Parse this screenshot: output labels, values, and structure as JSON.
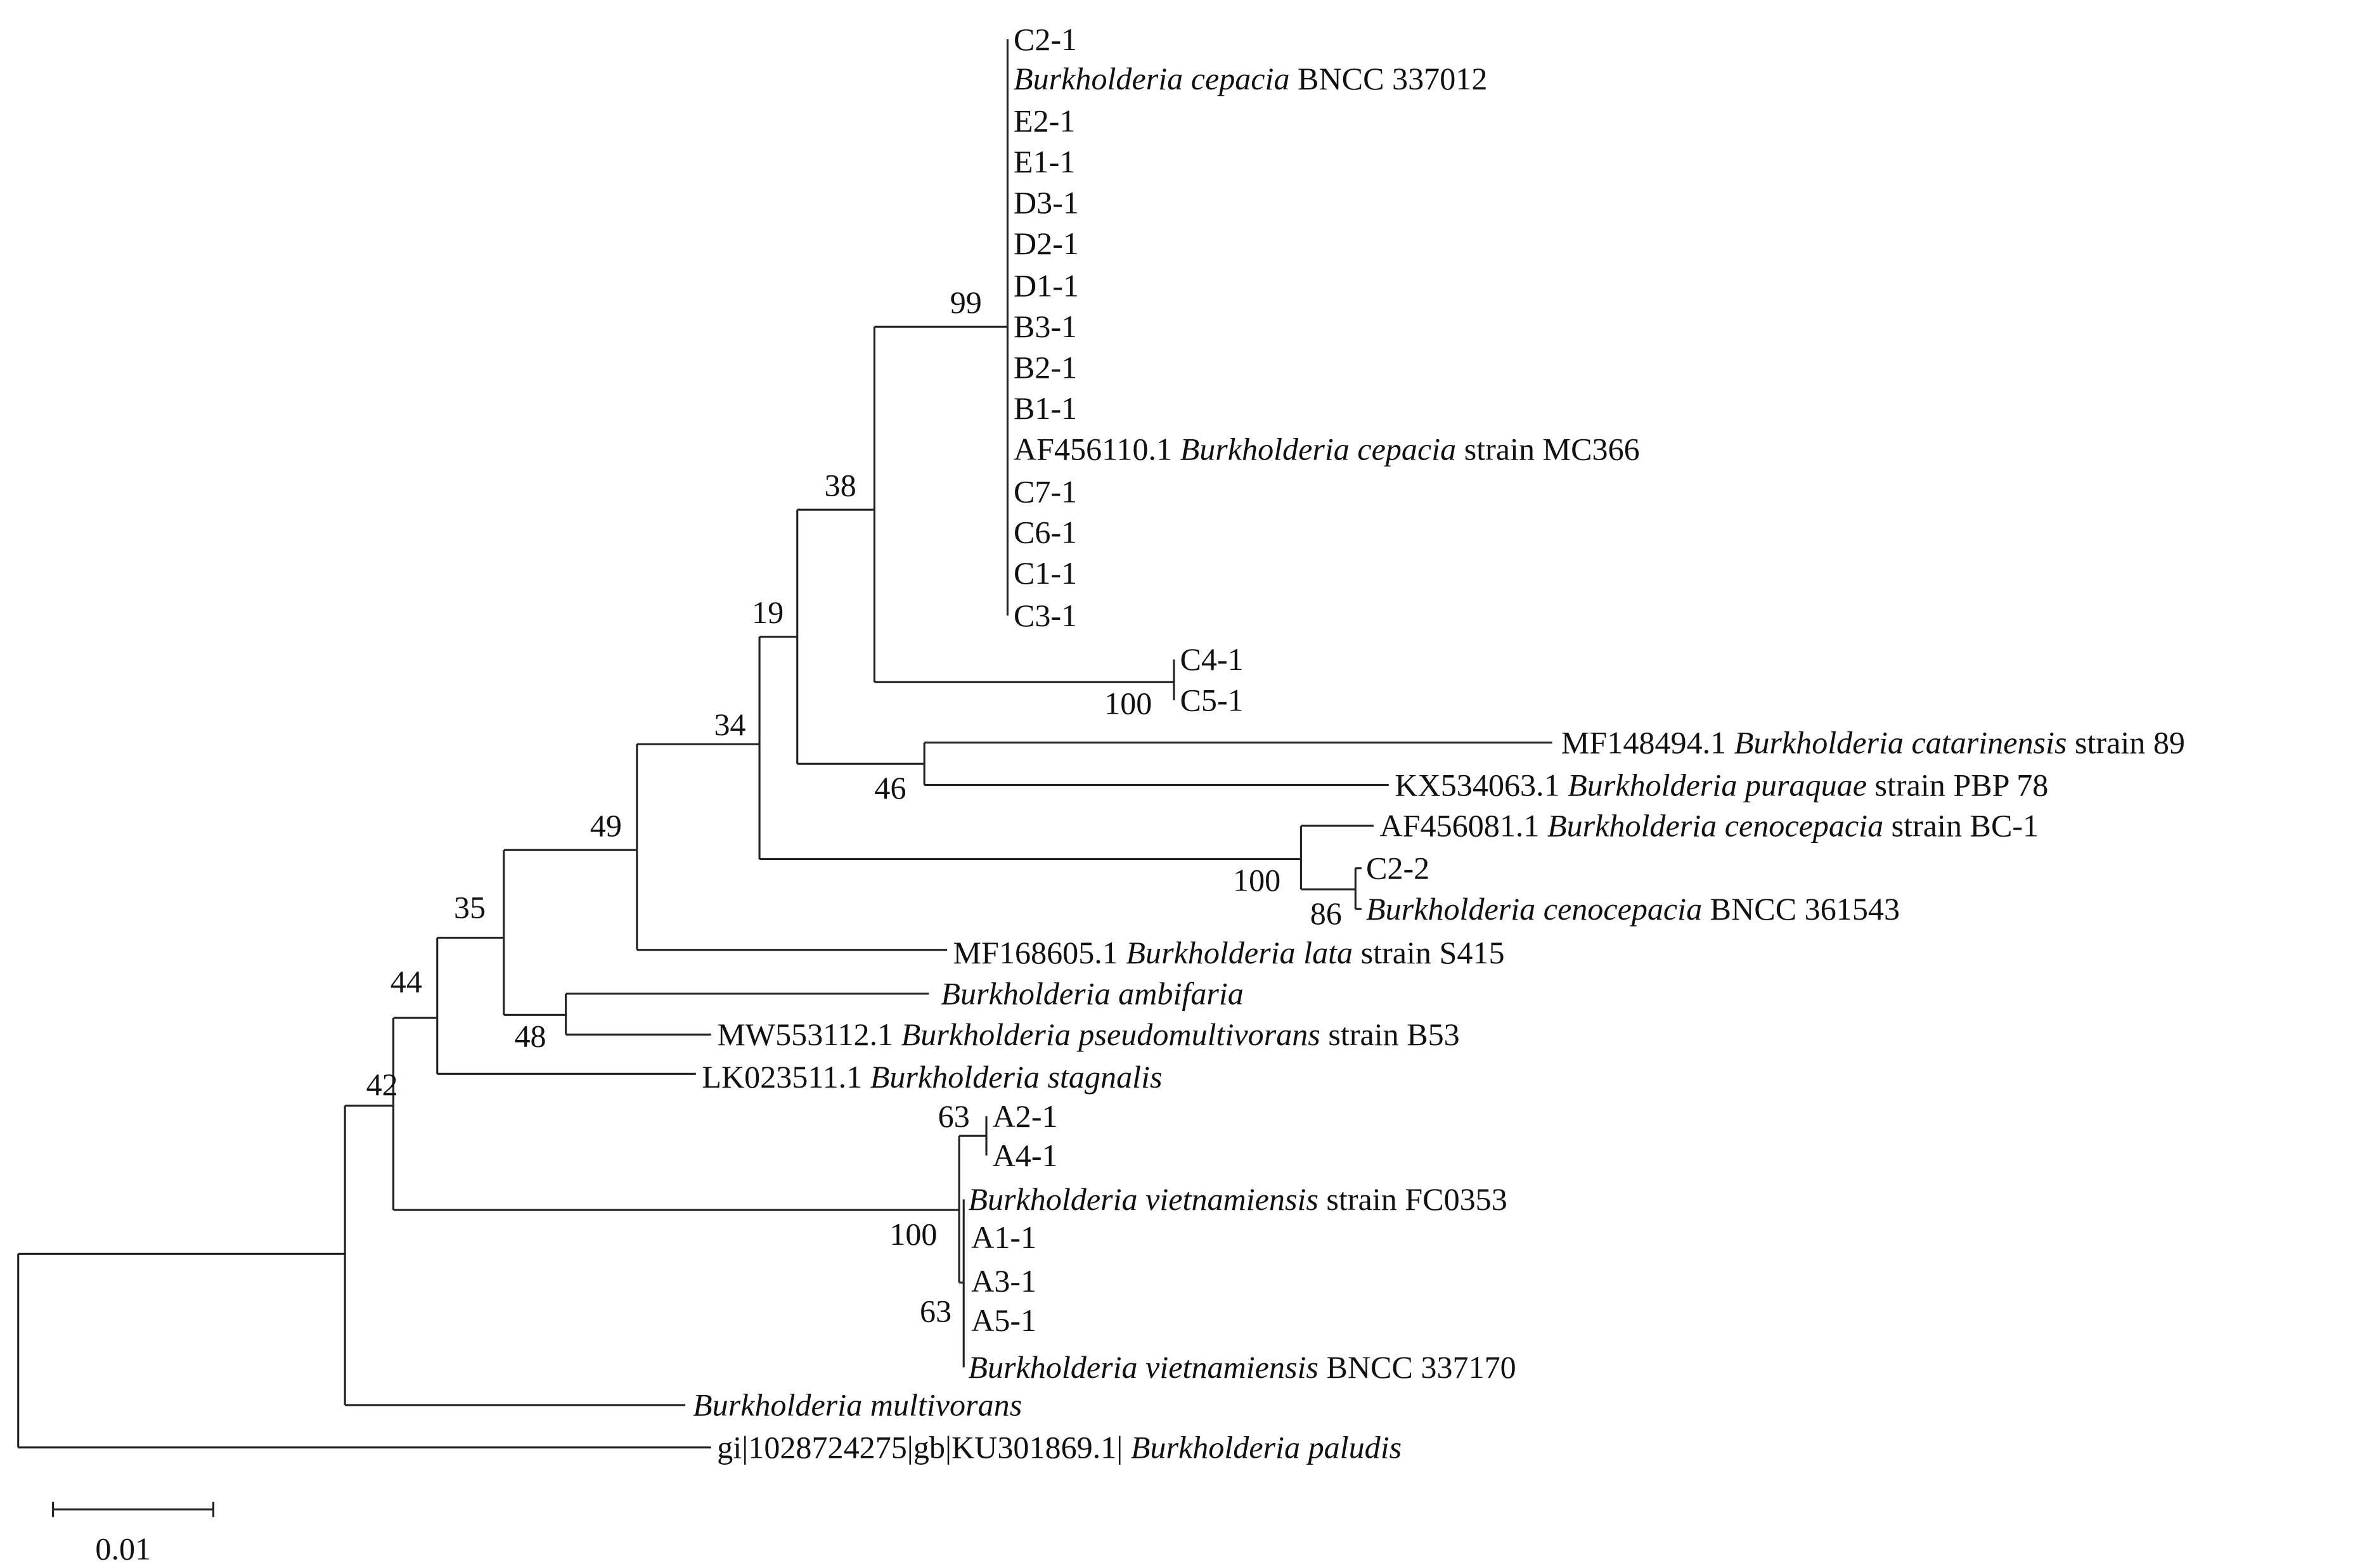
{
  "diagram": {
    "type": "phylogenetic-tree",
    "leaves": [
      {
        "prefix": "C2-1",
        "italic": "",
        "suffix": ""
      },
      {
        "prefix": "",
        "italic": "Burkholderia cepacia",
        "suffix": " BNCC 337012"
      },
      {
        "prefix": "E2-1",
        "italic": "",
        "suffix": ""
      },
      {
        "prefix": "E1-1",
        "italic": "",
        "suffix": ""
      },
      {
        "prefix": "D3-1",
        "italic": "",
        "suffix": ""
      },
      {
        "prefix": "D2-1",
        "italic": "",
        "suffix": ""
      },
      {
        "prefix": "D1-1",
        "italic": "",
        "suffix": ""
      },
      {
        "prefix": "B3-1",
        "italic": "",
        "suffix": ""
      },
      {
        "prefix": "B2-1",
        "italic": "",
        "suffix": ""
      },
      {
        "prefix": "B1-1",
        "italic": "",
        "suffix": ""
      },
      {
        "prefix": "AF456110.1 ",
        "italic": "Burkholderia cepacia",
        "suffix": " strain MC366"
      },
      {
        "prefix": "C7-1",
        "italic": "",
        "suffix": ""
      },
      {
        "prefix": "C6-1",
        "italic": "",
        "suffix": ""
      },
      {
        "prefix": "C1-1",
        "italic": "",
        "suffix": ""
      },
      {
        "prefix": "C3-1",
        "italic": "",
        "suffix": ""
      },
      {
        "prefix": "C4-1",
        "italic": "",
        "suffix": ""
      },
      {
        "prefix": "C5-1",
        "italic": "",
        "suffix": ""
      },
      {
        "prefix": "MF148494.1 ",
        "italic": "Burkholderia catarinensis",
        "suffix": " strain 89"
      },
      {
        "prefix": "KX534063.1 ",
        "italic": "Burkholderia puraquae",
        "suffix": " strain PBP 78"
      },
      {
        "prefix": "AF456081.1 ",
        "italic": "Burkholderia cenocepacia",
        "suffix": " strain BC-1"
      },
      {
        "prefix": "C2-2",
        "italic": "",
        "suffix": ""
      },
      {
        "prefix": "",
        "italic": "Burkholderia cenocepacia",
        "suffix": " BNCC 361543"
      },
      {
        "prefix": "MF168605.1 ",
        "italic": "Burkholderia lata",
        "suffix": " strain S415"
      },
      {
        "prefix": "",
        "italic": "Burkholderia ambifaria",
        "suffix": ""
      },
      {
        "prefix": "MW553112.1 ",
        "italic": "Burkholderia pseudomultivorans",
        "suffix": " strain B53"
      },
      {
        "prefix": "LK023511.1 ",
        "italic": "Burkholderia stagnalis",
        "suffix": ""
      },
      {
        "prefix": "A2-1",
        "italic": "",
        "suffix": ""
      },
      {
        "prefix": "A4-1",
        "italic": "",
        "suffix": ""
      },
      {
        "prefix": "",
        "italic": "Burkholderia vietnamiensis",
        "suffix": " strain FC0353"
      },
      {
        "prefix": "A1-1",
        "italic": "",
        "suffix": ""
      },
      {
        "prefix": "A3-1",
        "italic": "",
        "suffix": ""
      },
      {
        "prefix": "A5-1",
        "italic": "",
        "suffix": ""
      },
      {
        "prefix": "",
        "italic": "Burkholderia vietnamiensis",
        "suffix": " BNCC 337170"
      },
      {
        "prefix": "",
        "italic": "Burkholderia multivorans",
        "suffix": ""
      },
      {
        "prefix": "gi|1028724275|gb|KU301869.1| ",
        "italic": "Burkholderia paludis",
        "suffix": ""
      }
    ],
    "bootstrap": [
      "99",
      "38",
      "19",
      "34",
      "49",
      "35",
      "44",
      "42",
      "100",
      "46",
      "100",
      "86",
      "48",
      "63",
      "100",
      "63"
    ],
    "scale_bar": {
      "label": "0.01",
      "value": 0.01
    }
  }
}
